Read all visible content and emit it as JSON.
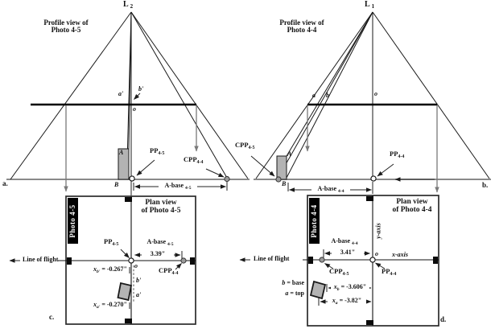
{
  "colors": {
    "ink": "#1a1a1a",
    "gray": "#7a7a7a",
    "shape_fill": "#b3b3b3",
    "banner_bg": "#000000",
    "banner_fg": "#ffffff"
  },
  "profile_left": {
    "title1": "Profile view of",
    "title2": "Photo 4-5",
    "apex_main": "L",
    "apex_sub": "2",
    "pt_a_prime": "a'",
    "pt_b_prime": "b'",
    "pt_o": "o",
    "pt_A": "A",
    "pt_B": "B",
    "pp_main": "PP",
    "pp_sub": "4-5",
    "cpp_main": "CPP",
    "cpp_sub": "4-4",
    "abase_main": "A-base",
    "abase_sub": "4-5",
    "corner": "a."
  },
  "profile_right": {
    "title1": "Profile view of",
    "title2": "Photo 4-4",
    "apex_main": "L",
    "apex_sub": "1",
    "pt_a": "a",
    "pt_b": "b",
    "pt_o": "o",
    "pt_A": "A",
    "pt_B": "B",
    "cpp_main": "CPP",
    "cpp_sub": "4-5",
    "pp_main": "PP",
    "pp_sub": "4-4",
    "abase_main": "A-base",
    "abase_sub": "4-4",
    "corner": "b."
  },
  "plan_left": {
    "banner": "Photo 4-5",
    "title1": "Plan view",
    "title2": "of Photo 4-5",
    "flight": "Line of flight",
    "pp_main": "PP",
    "pp_sub": "4-5",
    "cpp_main": "CPP",
    "cpp_sub": "4-4",
    "abase_main": "A-base",
    "abase_sub": "4-5",
    "base_len": "3.39\"",
    "pt_o": "o",
    "pt_b_prime": "b'",
    "pt_a_prime": "a'",
    "xb_var": "x",
    "xb_sub": "b'",
    "xb_eq": " = -0.267\"",
    "xa_var": "x",
    "xa_sub": "a'",
    "xa_eq": " = -0.270\"",
    "corner": "c."
  },
  "plan_right": {
    "banner": "Photo 4-4",
    "title1": "Plan view",
    "title2": "of Photo 4-4",
    "flight": "Line of flight",
    "y_axis": "y-axis",
    "x_axis": "x-axis",
    "pt_o": "o",
    "abase_main": "A-base",
    "abase_sub": "4-4",
    "base_len": "3.41\"",
    "cpp_main": "CPP",
    "cpp_sub": "4-5",
    "pp_main": "PP",
    "pp_sub": "4-4",
    "xb_var": "x",
    "xb_sub": "b",
    "xb_eq": " = -3.606\"",
    "xa_var": "x",
    "xa_sub": "a",
    "xa_eq": " = -3.82\"",
    "legend_b_var": "b",
    "legend_b_rest": " = base",
    "legend_a_var": "a",
    "legend_a_rest": " = top",
    "corner": "d."
  }
}
